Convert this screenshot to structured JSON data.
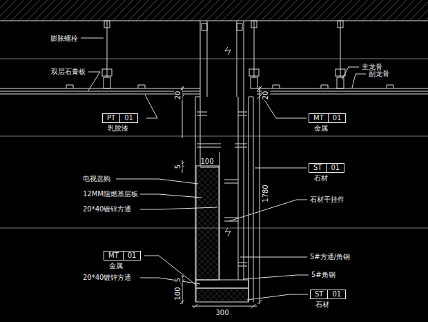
{
  "diagram": {
    "nodes": [
      {
        "text": [
          "PT",
          "01",
          "乳胶漆"
        ]
      },
      {
        "text": [
          "MT",
          "01",
          "金属"
        ]
      },
      {
        "text": [
          "ST",
          "01",
          "石材"
        ]
      },
      {
        "text": [
          "MT",
          "01",
          "金属"
        ]
      },
      {
        "text": [
          "ST",
          "01",
          "石材"
        ]
      }
    ],
    "labels": [
      "膨胀螺栓",
      "双层石膏板",
      "主龙骨",
      "副龙骨",
      "电视选购",
      "12MM阻燃基层板",
      "20*40镀锌方通",
      "石材干挂件",
      "5#方通/角钢",
      "20*40镀锌方通",
      "5#角钢",
      "20",
      "20",
      "5",
      "100",
      "1780",
      "100",
      "5",
      "300"
    ]
  }
}
